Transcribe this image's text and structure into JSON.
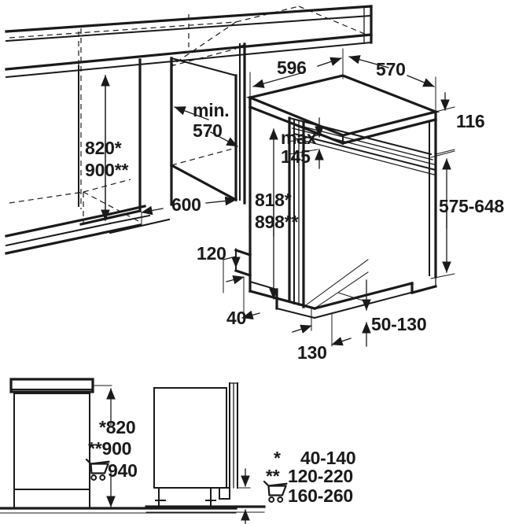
{
  "drawing": {
    "title": "Dishwasher built-in installation dimension drawing",
    "units": "mm",
    "line_color": "#1a1a1a",
    "background_color": "#ffffff",
    "views": {
      "main": "isometric niche and appliance view",
      "lower_left": "front elevation side view",
      "lower_right": "side elevation with door panel"
    }
  },
  "dimensions": {
    "niche_height": "820*",
    "niche_height_alt": "900**",
    "niche_depth_min_label": "min.",
    "niche_depth_min_value": "570",
    "niche_width": "600",
    "worktop_width": "596",
    "worktop_depth": "570",
    "plinth_recess": "120",
    "plinth_offset": "40",
    "toe_depth": "130",
    "appliance_height": "818*",
    "appliance_height_alt": "898**",
    "door_gap_max_label": "max",
    "door_gap_max_value": "145",
    "top_band": "116",
    "door_panel_height": "575-648",
    "foot_adjust": "50-130"
  },
  "lower_view": {
    "height_star": "*820",
    "height_doublestar": "**900",
    "height_cart": "940",
    "cart_icon": "shopping-cart-icon"
  },
  "legend": {
    "rows": [
      {
        "marker": "*",
        "value": "40-140"
      },
      {
        "marker": "**",
        "value": "120-220"
      },
      {
        "marker": "cart",
        "value": "160-260",
        "icon": "shopping-cart-icon"
      }
    ]
  }
}
